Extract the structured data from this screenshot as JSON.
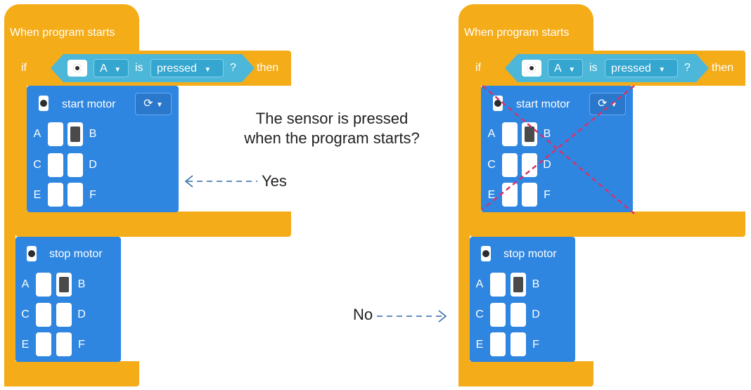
{
  "question": {
    "line1": "The sensor is pressed",
    "line2": "when the program starts?"
  },
  "yes_label": "Yes",
  "no_label": "No",
  "program": {
    "hat_label": "When program starts",
    "if_label": "if",
    "then_label": "then",
    "condition": {
      "port": "A",
      "is_label": "is",
      "state": "pressed",
      "question_mark": "?"
    },
    "start_motor": {
      "title": "start motor",
      "direction_icon": "rotate-clockwise-icon",
      "ports": [
        "A",
        "B",
        "C",
        "D",
        "E",
        "F"
      ],
      "selected_port": "B"
    },
    "stop_motor": {
      "title": "stop motor",
      "ports": [
        "A",
        "B",
        "C",
        "D",
        "E",
        "F"
      ],
      "selected_port": "B"
    }
  },
  "colors": {
    "control": "#f5ac19",
    "motor": "#2f86e0",
    "sensor": "#4cb7d8",
    "cross": "#d6336c"
  }
}
